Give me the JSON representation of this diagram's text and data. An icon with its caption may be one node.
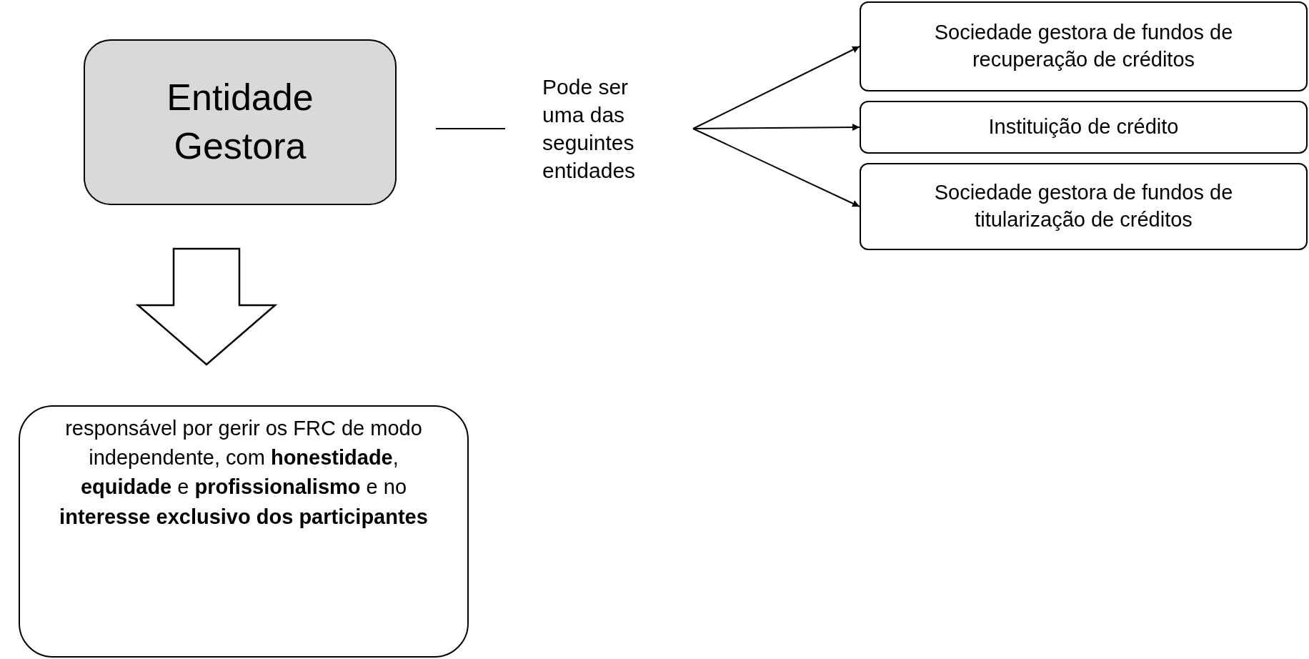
{
  "diagram": {
    "nodes": [
      {
        "text": [
          "Entidade Gestora"
        ]
      },
      {
        "text": [
          "Pode ser uma das seguintes entidades"
        ]
      },
      {
        "text": [
          "Sociedade gestora de fundos de recuperação de créditos"
        ]
      },
      {
        "text": [
          "Instituição de crédito"
        ]
      },
      {
        "text": [
          "Sociedade gestora de fundos de titularização de créditos"
        ]
      },
      {
        "text": [
          "responsável por gerir os FRC de modo independente, com **honestidade**, **equidade** e **profissionalismo** e no **interesse exclusivo dos participantes**"
        ]
      }
    ],
    "edges": [
      {
        "from": 0,
        "to": 1,
        "arrow": "none"
      },
      {
        "from": 1,
        "to": 2,
        "arrow": "to"
      },
      {
        "from": 1,
        "to": 3,
        "arrow": "to"
      },
      {
        "from": 1,
        "to": 4,
        "arrow": "to"
      },
      {
        "from": 0,
        "to": 5,
        "arrow": "to",
        "style": "thick"
      }
    ]
  }
}
